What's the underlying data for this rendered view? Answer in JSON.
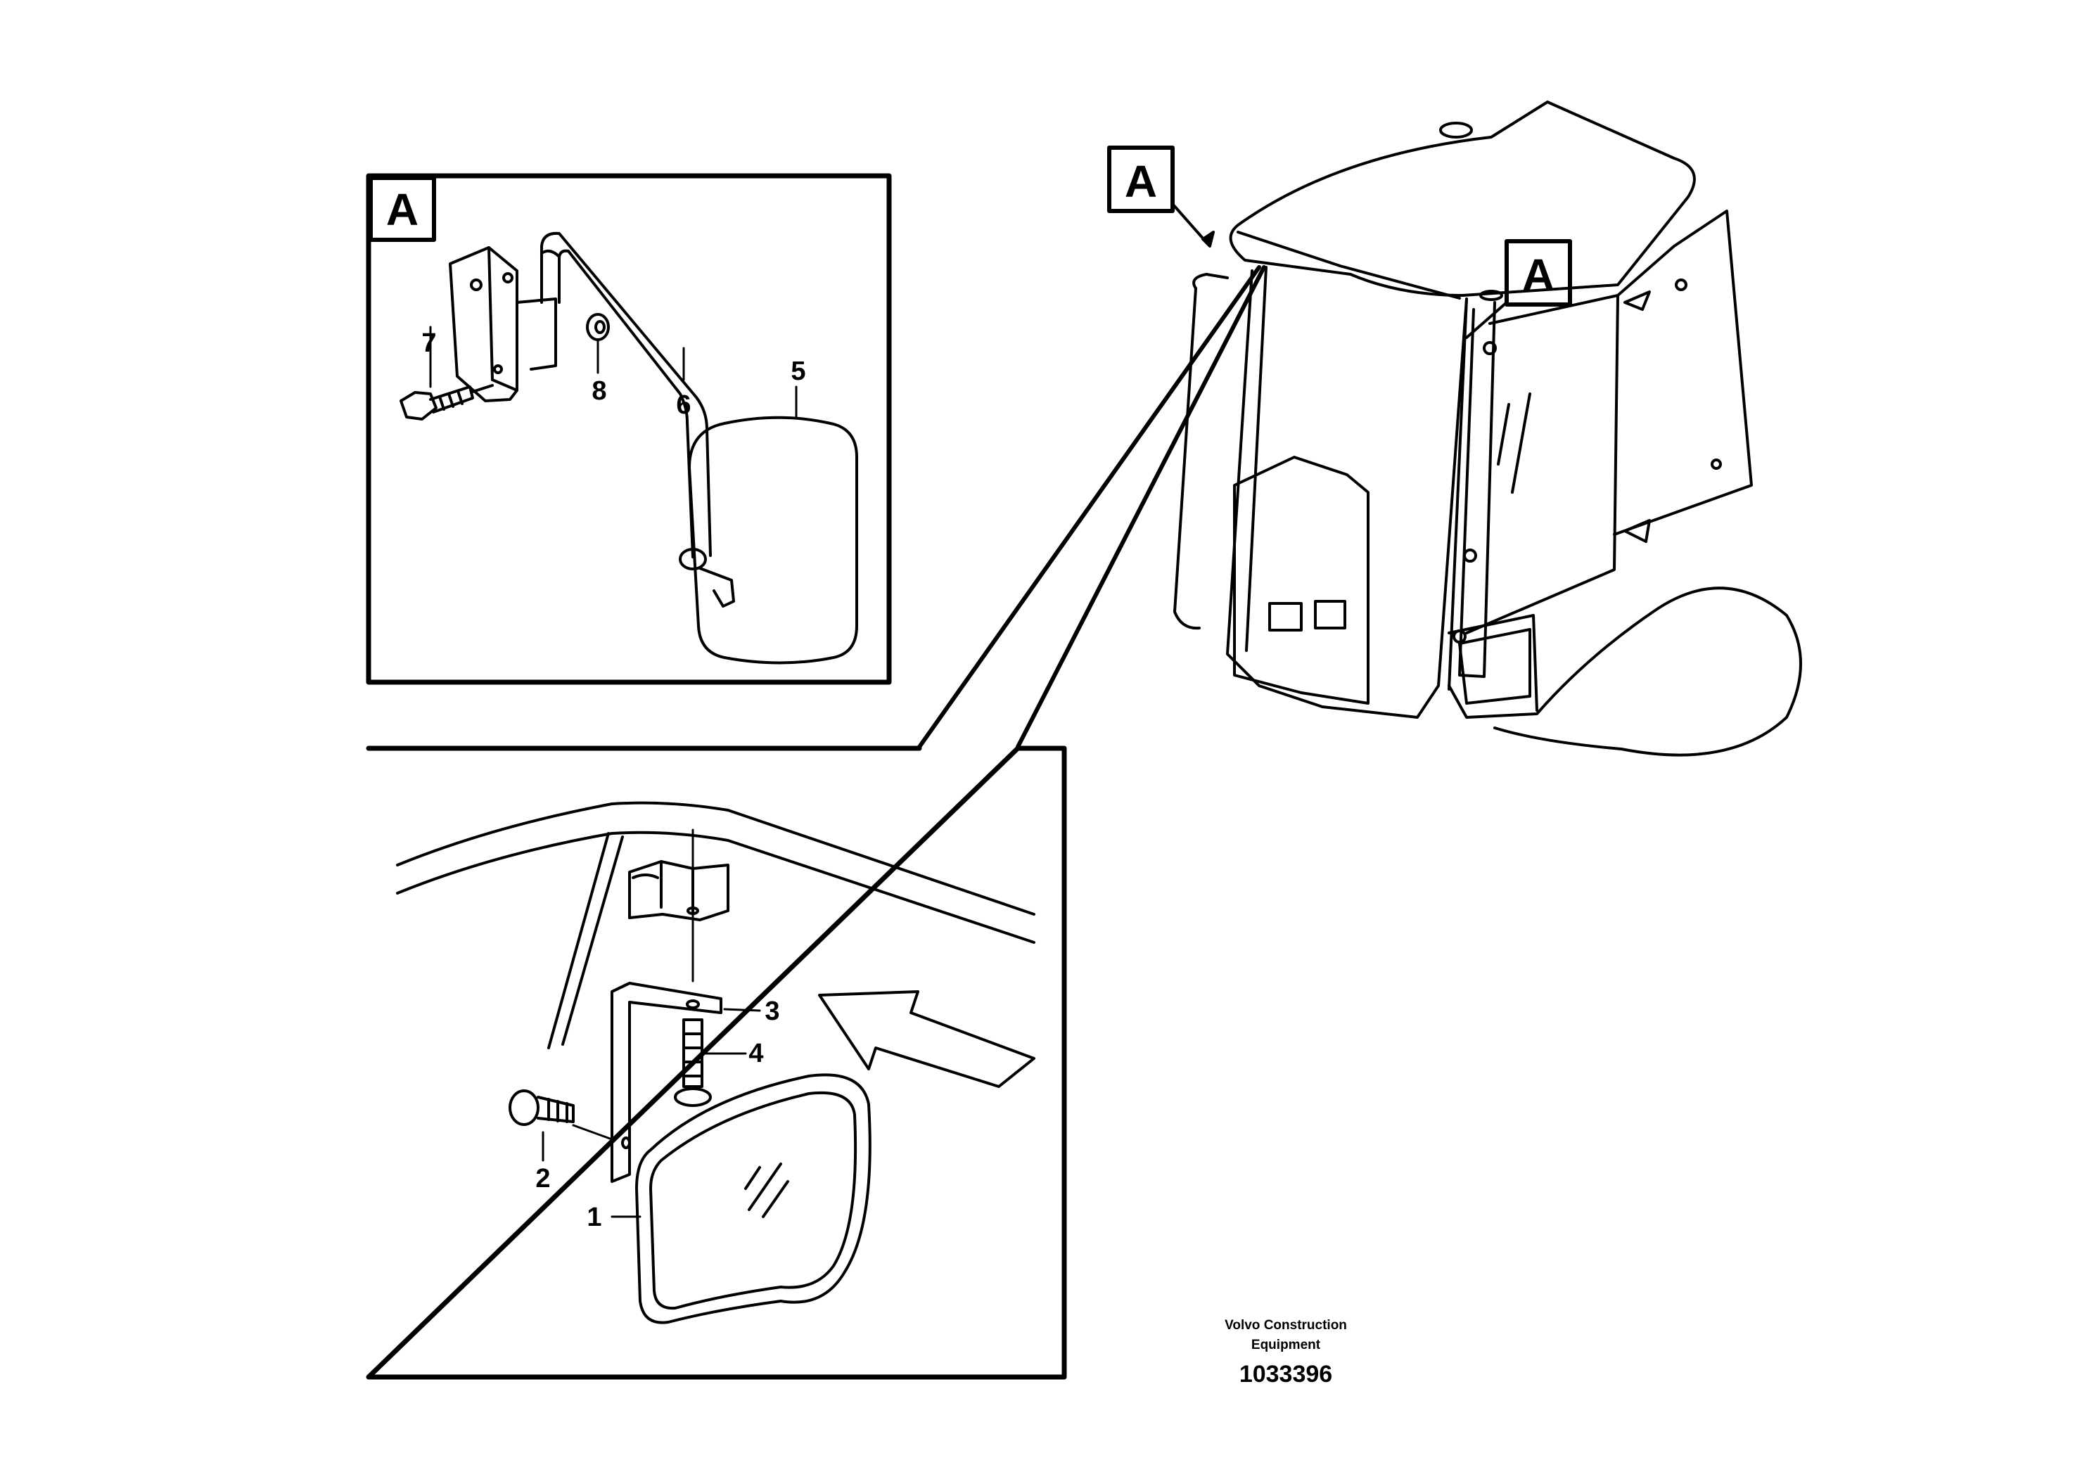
{
  "view_tags": {
    "inset": "A",
    "cab_front": "A",
    "cab_rear": "A"
  },
  "callouts": {
    "mirror_1": "1",
    "screw_2": "2",
    "bracket_3": "3",
    "screw_4": "4",
    "mirror_5": "5",
    "arm_6": "6",
    "bolt_7": "7",
    "washer_8": "8"
  },
  "footer": {
    "company_line1": "Volvo Construction",
    "company_line2": "Equipment",
    "illustration_number": "1033396"
  }
}
